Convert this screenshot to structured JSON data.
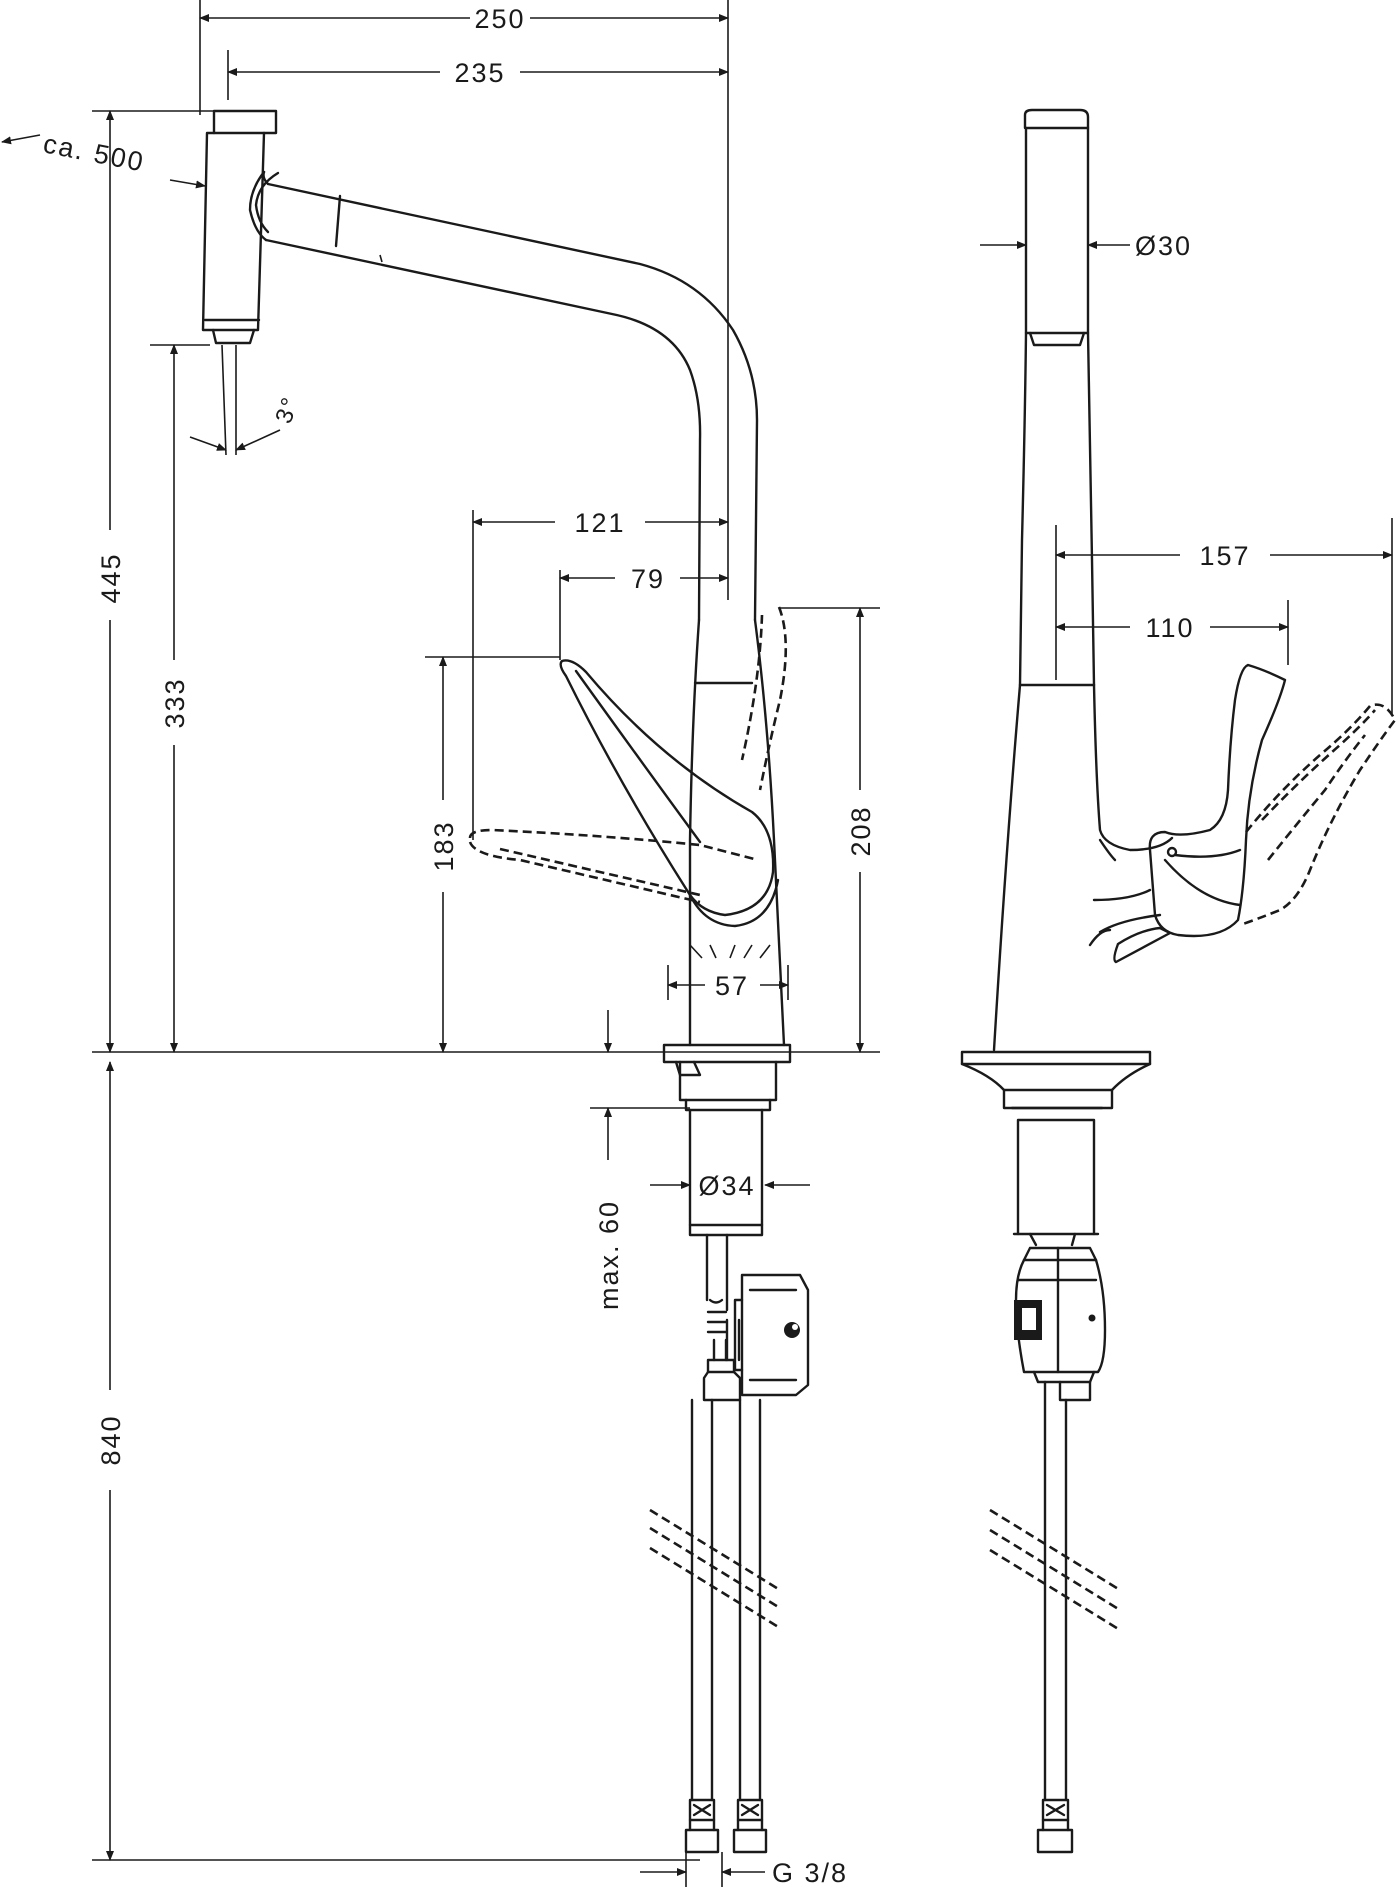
{
  "dimensions": {
    "width_total": "250",
    "width_spout": "235",
    "pullout": "ca. 500",
    "height_total": "445",
    "height_outlet": "333",
    "angle": "3°",
    "handle_reach": "121",
    "handle_offset": "79",
    "handle_height": "183",
    "body_height": "208",
    "base_width": "57",
    "spout_diameter": "Ø30",
    "side_reach": "157",
    "side_handle": "110",
    "shank_diameter": "Ø34",
    "max_thickness": "max. 60",
    "supply_length": "840",
    "connection": "G 3/8"
  }
}
